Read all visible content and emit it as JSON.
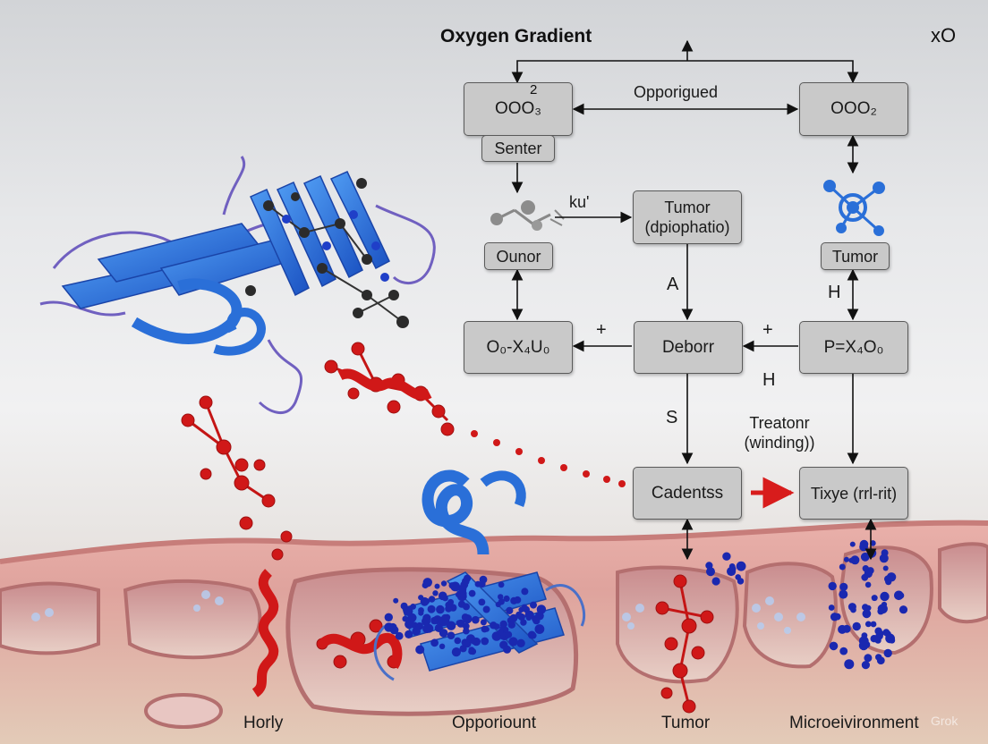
{
  "title": "Oxygen Gradient",
  "corner_label": "xO",
  "boxes": {
    "top_left": "OOO₃",
    "top_left_sup": "2",
    "top_right": "OOO₂",
    "sub_left": "Senter",
    "mid_center": "Tumor (dpiophatio)",
    "ounor": "Ounor",
    "tumor_right": "Tumor",
    "left_formula": "O₀-X₄U₀",
    "deborr": "Deborr",
    "right_formula": "P=X₄O₀",
    "cadentss": "Cadentss",
    "tixye": "Tixye (rrl-rit)"
  },
  "labels": {
    "opporigued": "Opporigued",
    "ku": "ku'",
    "a": "A",
    "h1": "H",
    "plus_left": "+",
    "plus_right": "+",
    "h2": "H",
    "s": "S",
    "treatonr": "Treatonr (winding))"
  },
  "captions": [
    "Horly",
    "Opporiount",
    "Tumor",
    "Microeivironment"
  ],
  "watermark": "Grok",
  "colors": {
    "protein_blue": "#2a6fd8",
    "molecule_red": "#d01818",
    "dot_blue": "#1a28b0",
    "tissue": "#d99a96"
  }
}
